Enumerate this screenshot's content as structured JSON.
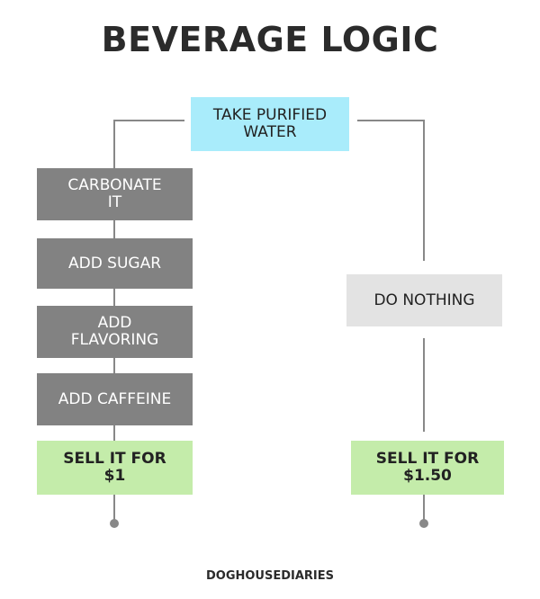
{
  "title": "BEVERAGE LOGIC",
  "start": {
    "line1": "TAKE PURIFIED",
    "line2": "WATER"
  },
  "left_branch": {
    "steps": [
      {
        "line1": "CARBONATE",
        "line2": "IT"
      },
      {
        "line1": "ADD SUGAR"
      },
      {
        "line1": "ADD",
        "line2": "FLAVORING"
      },
      {
        "line1": "ADD CAFFEINE"
      }
    ],
    "end": {
      "line1": "SELL IT FOR",
      "line2": "$1"
    }
  },
  "right_branch": {
    "step": {
      "line1": "DO NOTHING"
    },
    "end": {
      "line1": "SELL IT FOR",
      "line2": "$1.50"
    }
  },
  "credit": "DOGHOUSEDIARIES",
  "colors": {
    "start": "#a9ecfb",
    "step": "#828282",
    "nothing": "#e3e3e3",
    "sell": "#c4ecaa",
    "line": "#888888"
  }
}
